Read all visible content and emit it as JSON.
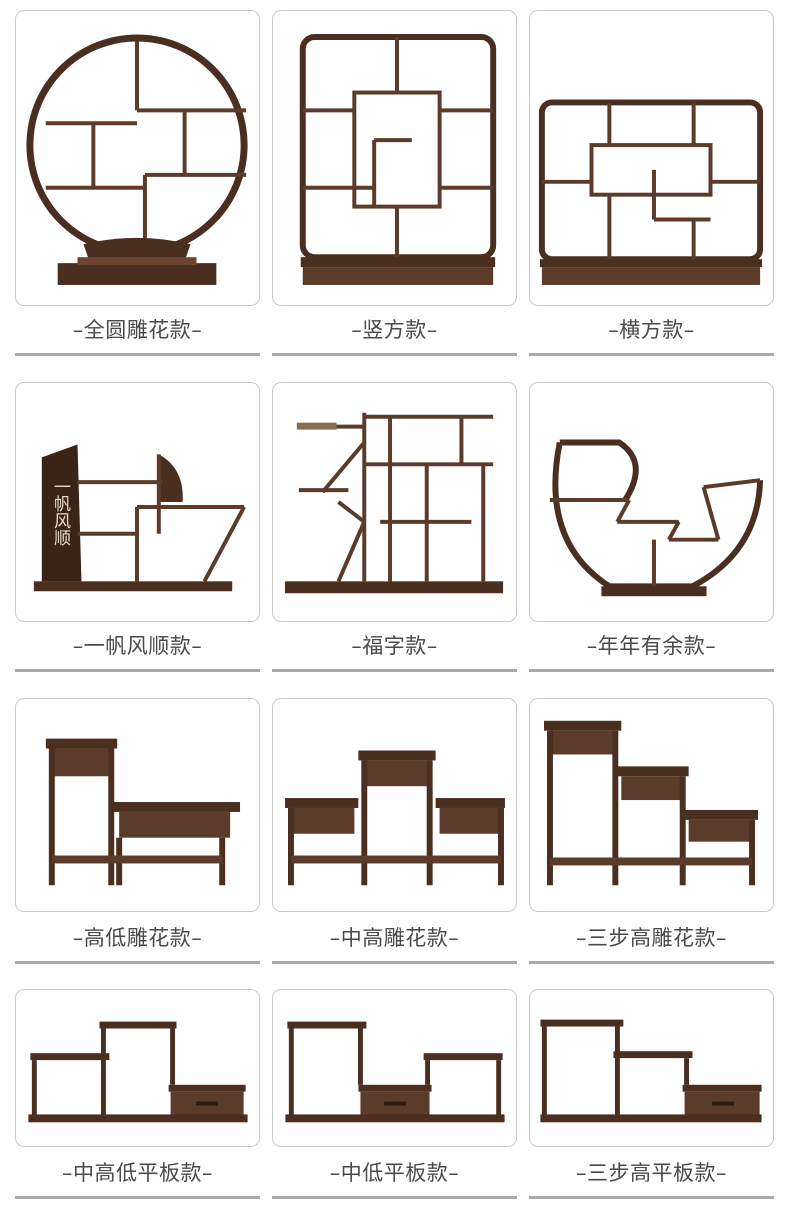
{
  "colors": {
    "wood_dark": "#3a2418",
    "wood_mid": "#5b3b2a",
    "wood_light": "#7a5340",
    "card_border": "#c9c9c9",
    "rule": "#a9a9a9",
    "label_text": "#4a4a4a"
  },
  "products": [
    {
      "label": "–全圆雕花款–",
      "icon": "round-carved-shelf-icon"
    },
    {
      "label": "–竖方款–",
      "icon": "vertical-square-shelf-icon"
    },
    {
      "label": "–横方款–",
      "icon": "horizontal-square-shelf-icon"
    },
    {
      "label": "–一帆风顺款–",
      "icon": "smooth-sailing-shelf-icon",
      "calligraphy": "一帆风顺"
    },
    {
      "label": "–福字款–",
      "icon": "fu-character-shelf-icon"
    },
    {
      "label": "–年年有余款–",
      "icon": "abundance-shelf-icon"
    },
    {
      "label": "–高低雕花款–",
      "icon": "high-low-carved-stand-icon"
    },
    {
      "label": "–中高雕花款–",
      "icon": "middle-high-carved-stand-icon"
    },
    {
      "label": "–三步高雕花款–",
      "icon": "three-step-carved-stand-icon"
    },
    {
      "label": "–中高低平板款–",
      "icon": "middle-high-low-flat-stand-icon"
    },
    {
      "label": "–中低平板款–",
      "icon": "middle-low-flat-stand-icon"
    },
    {
      "label": "–三步高平板款–",
      "icon": "three-step-flat-stand-icon"
    }
  ]
}
